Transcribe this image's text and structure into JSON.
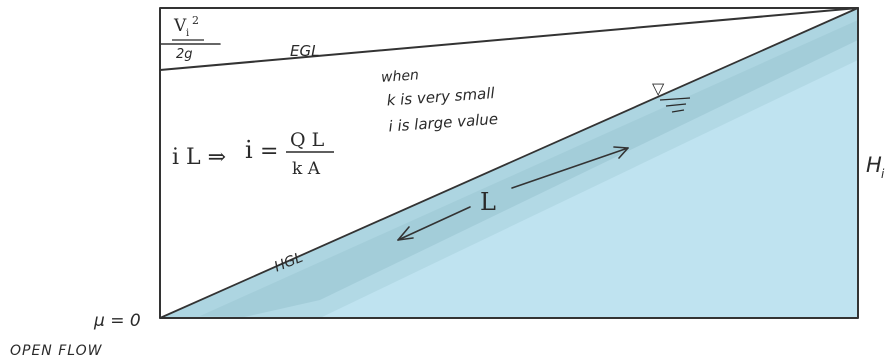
{
  "diagram": {
    "velocity_head": {
      "numerator": "V",
      "subscript": "i",
      "power": "2",
      "denominator": "2g"
    },
    "egl_label": "EGL",
    "hgl_label": "HGL",
    "formula": {
      "lhs": "i L ⇒",
      "i_symbol": "i",
      "equals": "=",
      "numerator": "Q L",
      "denominator": "k A"
    },
    "note": {
      "line1": "when",
      "line2": "k is very small",
      "line3": "i is large value"
    },
    "length_label": "L",
    "head_label": {
      "symbol": "H",
      "subscript": "i"
    },
    "mu_label": "μ = 0",
    "open_flow_label": "OPEN FLOW",
    "water_surface_symbol": "▽",
    "colors": {
      "water": "#bfe3f0",
      "water_shade": "#8cb9c7",
      "ink": "#2a2a2a"
    }
  }
}
